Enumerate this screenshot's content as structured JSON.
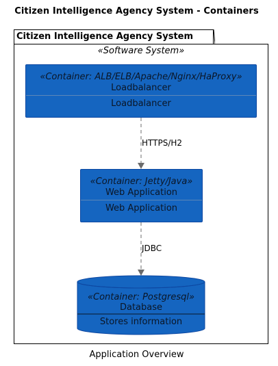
{
  "diagram": {
    "title": "Citizen Intelligence Agency System - Containers",
    "caption": "Application Overview",
    "boundary": {
      "name": "Citizen Intelligence Agency System",
      "stereotype": "«Software System»"
    },
    "containers": [
      {
        "stereotype": "«Container: ALB/ELB/Apache/Nginx/HaProxy»",
        "name": "Loadbalancer",
        "description": "Loadbalancer"
      },
      {
        "stereotype": "«Container: Jetty/Java»",
        "name": "Web Application",
        "description": "Web Application"
      },
      {
        "stereotype": "«Container: Postgresql»",
        "name": "Database",
        "description": "Stores information"
      }
    ],
    "relations": [
      {
        "label": "HTTPS/H2"
      },
      {
        "label": "JDBC"
      }
    ],
    "colors": {
      "container_fill": "#1565c0",
      "container_border": "#0d47a1",
      "arrow": "#6b6b6b"
    }
  }
}
